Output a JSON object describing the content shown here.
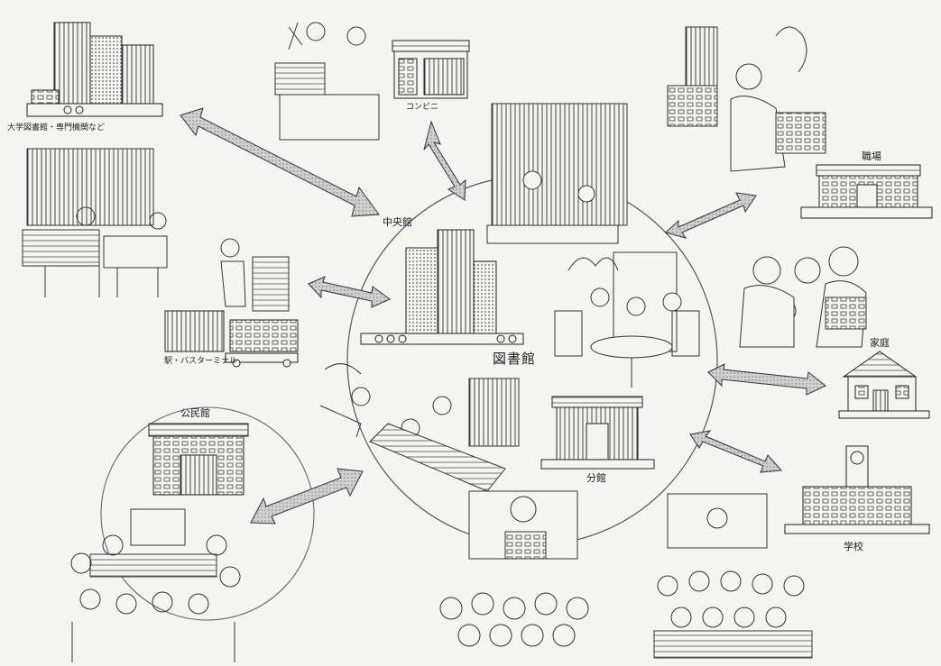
{
  "labels": {
    "university_library": "大学図書館・専門機関など",
    "convenience_store": "コンビニ",
    "workplace": "職場",
    "central_library": "中央館",
    "station": "駅・バスターミナル",
    "library": "図書館",
    "home": "家庭",
    "community_center": "公民館",
    "branch": "分館",
    "school": "学校"
  },
  "colors": {
    "ink": "#2a2a2a",
    "paper": "#f4f4f2",
    "arrow_fill": "#bdbdbd",
    "hatch": "#8a8a8a"
  }
}
